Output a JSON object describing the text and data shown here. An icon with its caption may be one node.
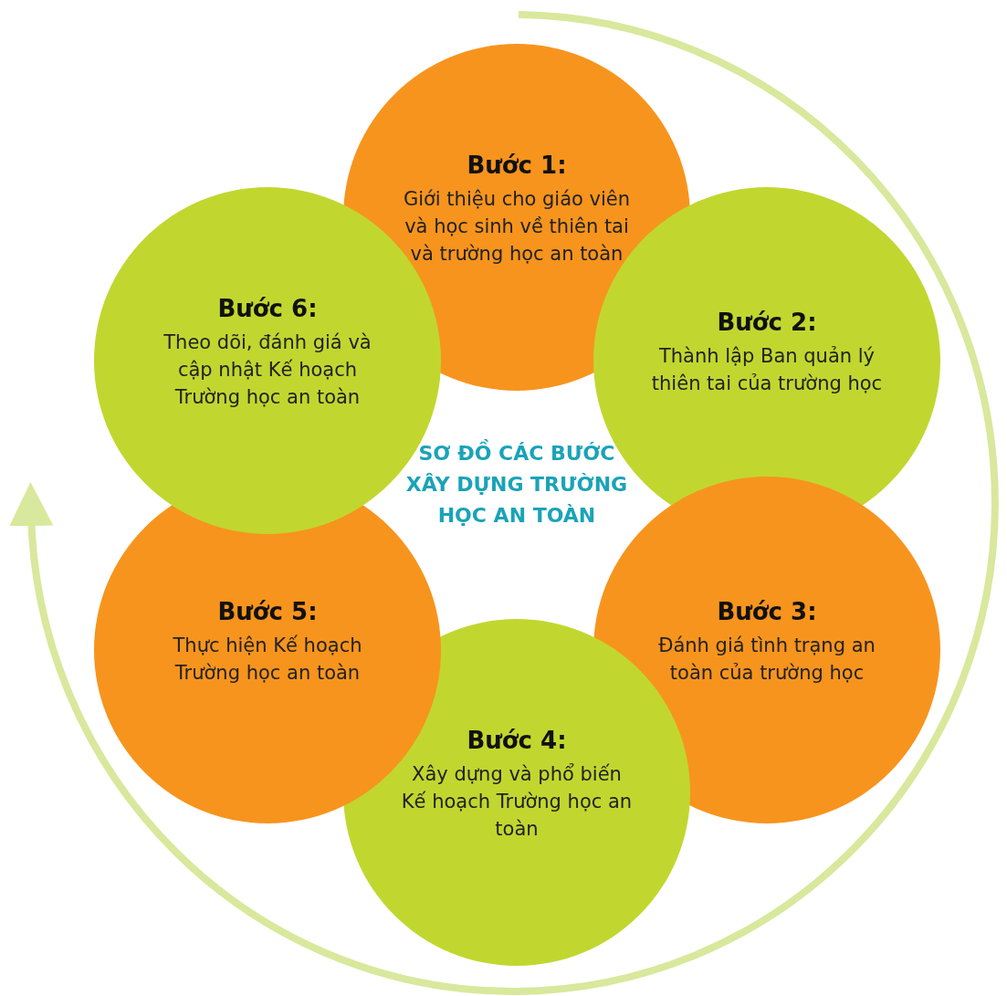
{
  "diagram": {
    "title": "SƠ ĐỒ CÁC BƯỚC XÂY DỰNG TRƯỜNG HỌC AN TOÀN",
    "nodes": [
      {
        "text": [
          "Bước 1:",
          "Giới thiệu cho giáo viên và học sinh về thiên tai và trường học an toàn"
        ]
      },
      {
        "text": [
          "Bước 2:",
          "Thành lập Ban quản lý thiên tai của trường học"
        ]
      },
      {
        "text": [
          "Bước 3:",
          "Đánh giá tình trạng an toàn của trường học"
        ]
      },
      {
        "text": [
          "Bước 4:",
          "Xây dựng và phổ biến Kế hoạch Trường học an toàn"
        ]
      },
      {
        "text": [
          "Bước 5:",
          "Thực hiện Kế hoạch Trường học an toàn"
        ]
      },
      {
        "text": [
          "Bước 6:",
          "Theo dõi, đánh giá và cập nhật Kế hoạch Trường học an toàn"
        ]
      }
    ]
  }
}
